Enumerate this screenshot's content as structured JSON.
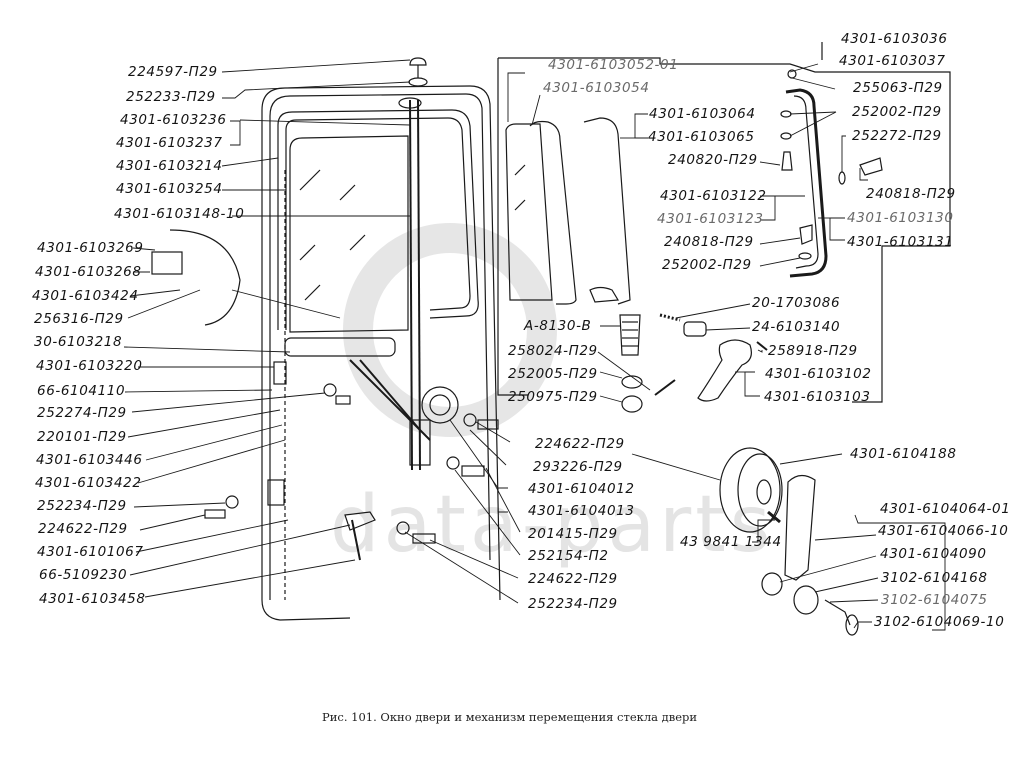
{
  "figure": {
    "caption": "Рис. 101.  Окно двери и механизм перемещения стекла двери",
    "watermark": "data-parts",
    "ink_color": "#141414",
    "paper_color": "#ffffff",
    "watermark_color": "#e4e4e4"
  },
  "labels_left": [
    "224597-П29",
    "252233-П29",
    "4301-6103236",
    "4301-6103237",
    "4301-6103214",
    "4301-6103254",
    "4301-6103148-10",
    "4301-6103269",
    "4301-6103268",
    "4301-6103424",
    "256316-П29",
    "30-6103218",
    "4301-6103220",
    "66-6104110",
    "252274-П29",
    "220101-П29",
    "4301-6103446",
    "4301-6103422",
    "252234-П29",
    "224622-П29",
    "4301-6101067",
    "66-5109230",
    "4301-6103458"
  ],
  "labels_glass_group": [
    "4301-6103052-01",
    "4301-6103054",
    "4301-6103064",
    "4301-6103065",
    "240820-П29",
    "4301-6103122",
    "4301-6103123",
    "240818-П29",
    "252002-П29"
  ],
  "labels_right_top": [
    "4301-6103036",
    "4301-6103037",
    "255063-П29",
    "252002-П29",
    "252272-П29",
    "240818-П29",
    "4301-6103130",
    "4301-6103131"
  ],
  "labels_lock": [
    "20-1703086",
    "A-8130-B",
    "24-6103140",
    "258024-П29",
    "258918-П29",
    "252005-П29",
    "4301-6103102",
    "250975-П29",
    "4301-6103103"
  ],
  "labels_regulator": [
    "224622-П29",
    "293226-П29",
    "4301-6104012",
    "4301-6104013",
    "201415-П29",
    "252154-П2",
    "224622-П29",
    "252234-П29"
  ],
  "labels_handle": [
    "4301-6104188",
    "4301-6104064-01",
    "43 9841 1344",
    "4301-6104066-10",
    "4301-6104090",
    "3102-6104168",
    "3102-6104075",
    "3102-6104069-10"
  ]
}
